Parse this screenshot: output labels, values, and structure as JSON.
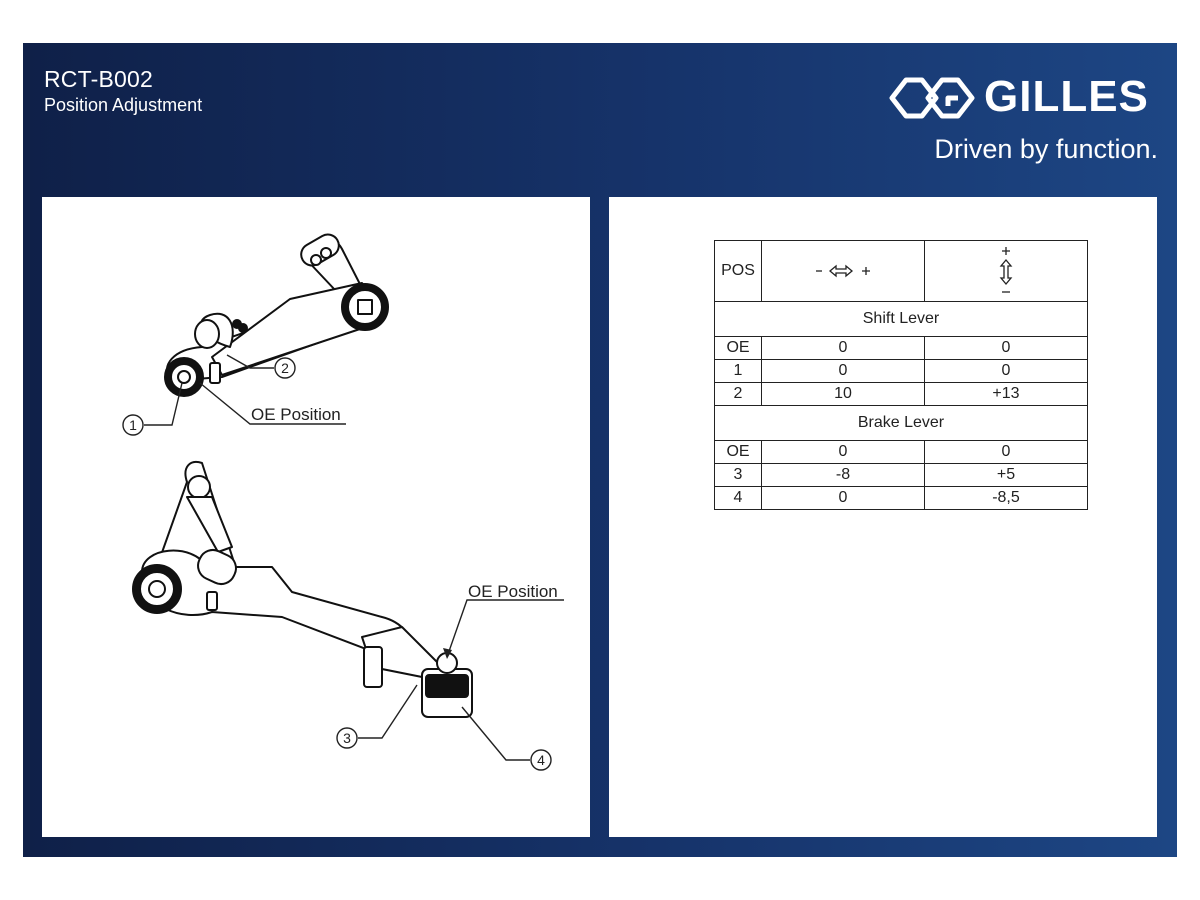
{
  "header": {
    "code": "RCT-B002",
    "title": "Position Adjustment"
  },
  "brand": {
    "name": "GILLES",
    "tagline": "Driven by function.",
    "logo_icon": "gilles-logo-icon"
  },
  "colors": {
    "frame_dark": "#0f2048",
    "frame_light": "#1d4684",
    "panel": "#ffffff",
    "ink": "#222222"
  },
  "drawing": {
    "callouts": {
      "shift_oe_label": "OE Position",
      "brake_oe_label": "OE Position",
      "n1": "1",
      "n2": "2",
      "n3": "3",
      "n4": "4"
    }
  },
  "table": {
    "pos_header": "POS",
    "horizontal_icon": "horizontal-adjust-icon",
    "vertical_icon": "vertical-adjust-icon",
    "sections": [
      {
        "title": "Shift Lever",
        "rows": [
          {
            "pos": "OE",
            "h": "0",
            "v": "0"
          },
          {
            "pos": "1",
            "h": "0",
            "v": "0"
          },
          {
            "pos": "2",
            "h": "10",
            "v": "+13"
          }
        ]
      },
      {
        "title": "Brake Lever",
        "rows": [
          {
            "pos": "OE",
            "h": "0",
            "v": "0"
          },
          {
            "pos": "3",
            "h": "-8",
            "v": "+5"
          },
          {
            "pos": "4",
            "h": "0",
            "v": "-8,5"
          }
        ]
      }
    ]
  }
}
